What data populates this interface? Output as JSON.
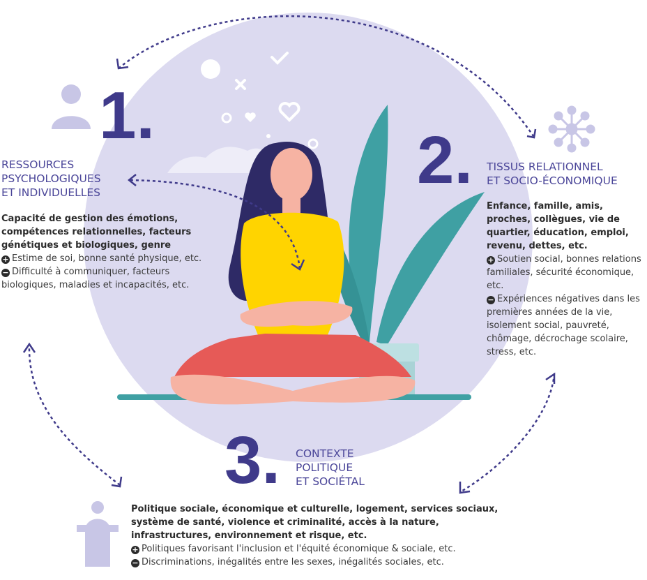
{
  "colors": {
    "accent": "#4b4699",
    "circle": "#dcdaf0",
    "teal": "#3fa0a3",
    "yellow": "#ffd400",
    "coral": "#e65a57"
  },
  "section1": {
    "number": "1.",
    "title": [
      "Ressources",
      "psychologiques",
      "et individuelles"
    ],
    "description": "Capacité de gestion des émotions, compétences relationnelles, facteurs génétiques et biologiques, genre",
    "positive": "Estime de soi, bonne santé physique, etc.",
    "negative": "Difficulté à communiquer, facteurs biologiques, maladies et incapacités, etc.",
    "icon": "person-icon"
  },
  "section2": {
    "number": "2.",
    "title": [
      "Tissus relationnel",
      "et socio-économique"
    ],
    "description": "Enfance, famille, amis, proches, collègues, vie de quartier, éducation, emploi, revenu, dettes, etc.",
    "positive": "Soutien social, bonnes relations familiales, sécurité économique, etc.",
    "negative": "Expériences négatives dans les premières années de la vie, isolement social, pauvreté, chômage, décrochage scolaire, stress, etc.",
    "icon": "network-icon"
  },
  "section3": {
    "number": "3.",
    "title": [
      "Contexte",
      "politique",
      "et sociétal"
    ],
    "description": "Politique sociale, économique et culturelle, logement, services sociaux, système de santé, violence et criminalité, accès à la nature, infrastructures, environnement et risque, etc.",
    "positive": "Politiques favorisant l'inclusion et l'équité économique & sociale, etc.",
    "negative": "Discriminations, inégalités entre les sexes, inégalités sociales, etc.",
    "icon": "speaker-podium-icon"
  },
  "symbols": {
    "plus": "+",
    "minus": "−"
  }
}
